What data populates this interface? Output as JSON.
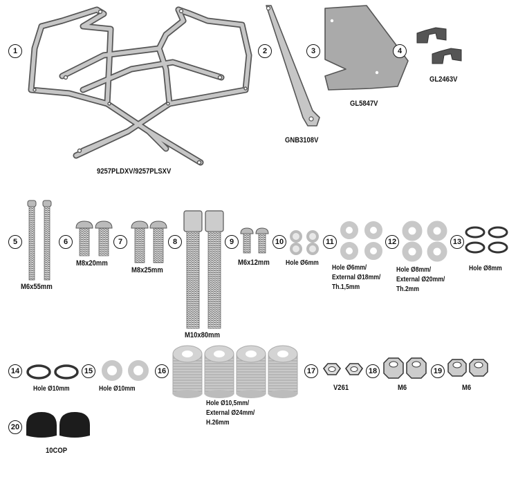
{
  "parts": [
    {
      "n": "1",
      "code": "9257PLDXV/9257PLSXV"
    },
    {
      "n": "2",
      "code": "GNB3108V"
    },
    {
      "n": "3",
      "code": "GL5847V"
    },
    {
      "n": "4",
      "code": "GL2463V"
    },
    {
      "n": "5",
      "code": "M6x55mm"
    },
    {
      "n": "6",
      "code": "M8x20mm"
    },
    {
      "n": "7",
      "code": "M8x25mm"
    },
    {
      "n": "8",
      "code": "M10x80mm"
    },
    {
      "n": "9",
      "code": "M6x12mm"
    },
    {
      "n": "10",
      "code": "Hole Ø6mm"
    },
    {
      "n": "11",
      "lines": [
        "Hole Ø6mm/",
        "External Ø18mm/",
        "Th.1,5mm"
      ]
    },
    {
      "n": "12",
      "lines": [
        "Hole Ø8mm/",
        "External Ø20mm/",
        "Th.2mm"
      ]
    },
    {
      "n": "13",
      "code": "Hole Ø8mm"
    },
    {
      "n": "14",
      "code": "Hole Ø10mm"
    },
    {
      "n": "15",
      "code": "Hole Ø10mm"
    },
    {
      "n": "16",
      "lines": [
        "Hole Ø10,5mm/",
        "External Ø24mm/",
        "H.26mm"
      ]
    },
    {
      "n": "17",
      "code": "V261"
    },
    {
      "n": "18",
      "code": "M6"
    },
    {
      "n": "19",
      "code": "M6"
    },
    {
      "n": "20",
      "code": "10COP"
    }
  ]
}
